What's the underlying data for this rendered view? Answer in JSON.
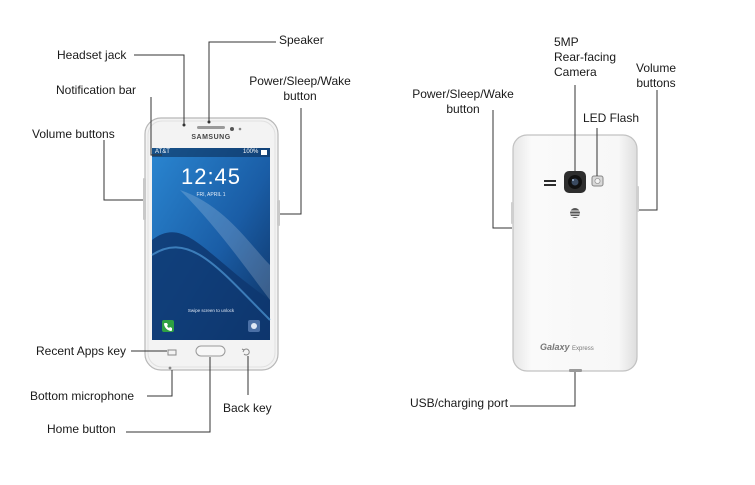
{
  "labels": {
    "headset_jack": "Headset jack",
    "speaker": "Speaker",
    "notification_bar": "Notification bar",
    "power_front": [
      "Power/Sleep/Wake",
      "button"
    ],
    "volume_front": "Volume buttons",
    "recent_apps": "Recent Apps key",
    "bottom_mic": "Bottom microphone",
    "back_key": "Back key",
    "home_button": "Home button",
    "rear_camera": [
      "5MP",
      "Rear-facing",
      "Camera"
    ],
    "power_back": [
      "Power/Sleep/Wake",
      "button"
    ],
    "led_flash": "LED Flash",
    "volume_back": [
      "Volume",
      "buttons"
    ],
    "usb_port": "USB/charging port"
  },
  "screen": {
    "carrier": "AT&T",
    "battery": "100%",
    "time": "12:45",
    "date": "FRI, APRIL 1",
    "unlock_hint": "Swipe screen to unlock"
  },
  "brand": {
    "front_logo": "SAMSUNG",
    "back_logo_main": "Galaxy",
    "back_logo_sub": "Express"
  },
  "colors": {
    "body": "#f3f3f3",
    "screen_blue": "#1f6db5",
    "leader_line": "#333333"
  }
}
